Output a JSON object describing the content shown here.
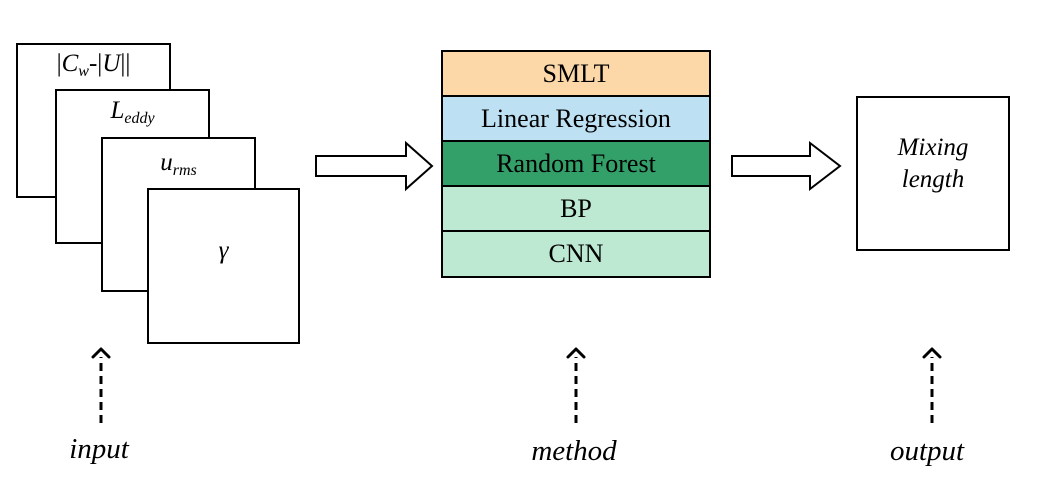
{
  "inputs": {
    "card_1": {
      "pre": "|",
      "var": "C",
      "sub": "w",
      "post": "-|",
      "var2": "U",
      "post2": "||"
    },
    "card_2": {
      "var": "L",
      "sub": "eddy"
    },
    "card_3": {
      "var": "u",
      "sub": "rms"
    },
    "card_4": {
      "var": "γ"
    }
  },
  "method": {
    "layers": [
      {
        "label": "SMLT",
        "color": "#FCD8A8"
      },
      {
        "label": "Linear Regression",
        "color": "#BDE0F2"
      },
      {
        "label": "Random Forest",
        "color": "#33A06A"
      },
      {
        "label": "BP",
        "color": "#BDE8D2"
      },
      {
        "label": "CNN",
        "color": "#BDE8D2"
      }
    ]
  },
  "output": {
    "line1": "Mixing",
    "line2": "length"
  },
  "captions": {
    "input": "input",
    "method": "method",
    "output": "output"
  }
}
